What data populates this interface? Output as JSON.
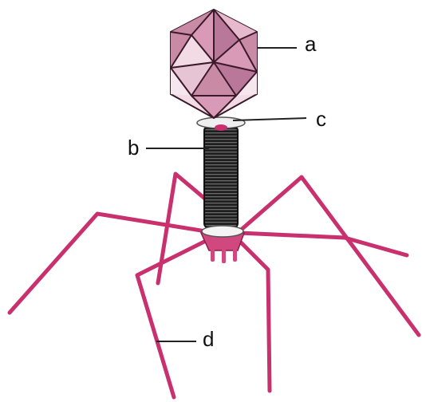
{
  "labels": {
    "a": "a",
    "b": "b",
    "c": "c",
    "d": "d"
  },
  "colors": {
    "head_dark": "#c98aa6",
    "head_light": "#f2dbe5",
    "tail_sheath": "#2b2b2b",
    "fibers": "#c9306e",
    "collar": "#e9e9e9",
    "outline": "#3a1a2a"
  }
}
